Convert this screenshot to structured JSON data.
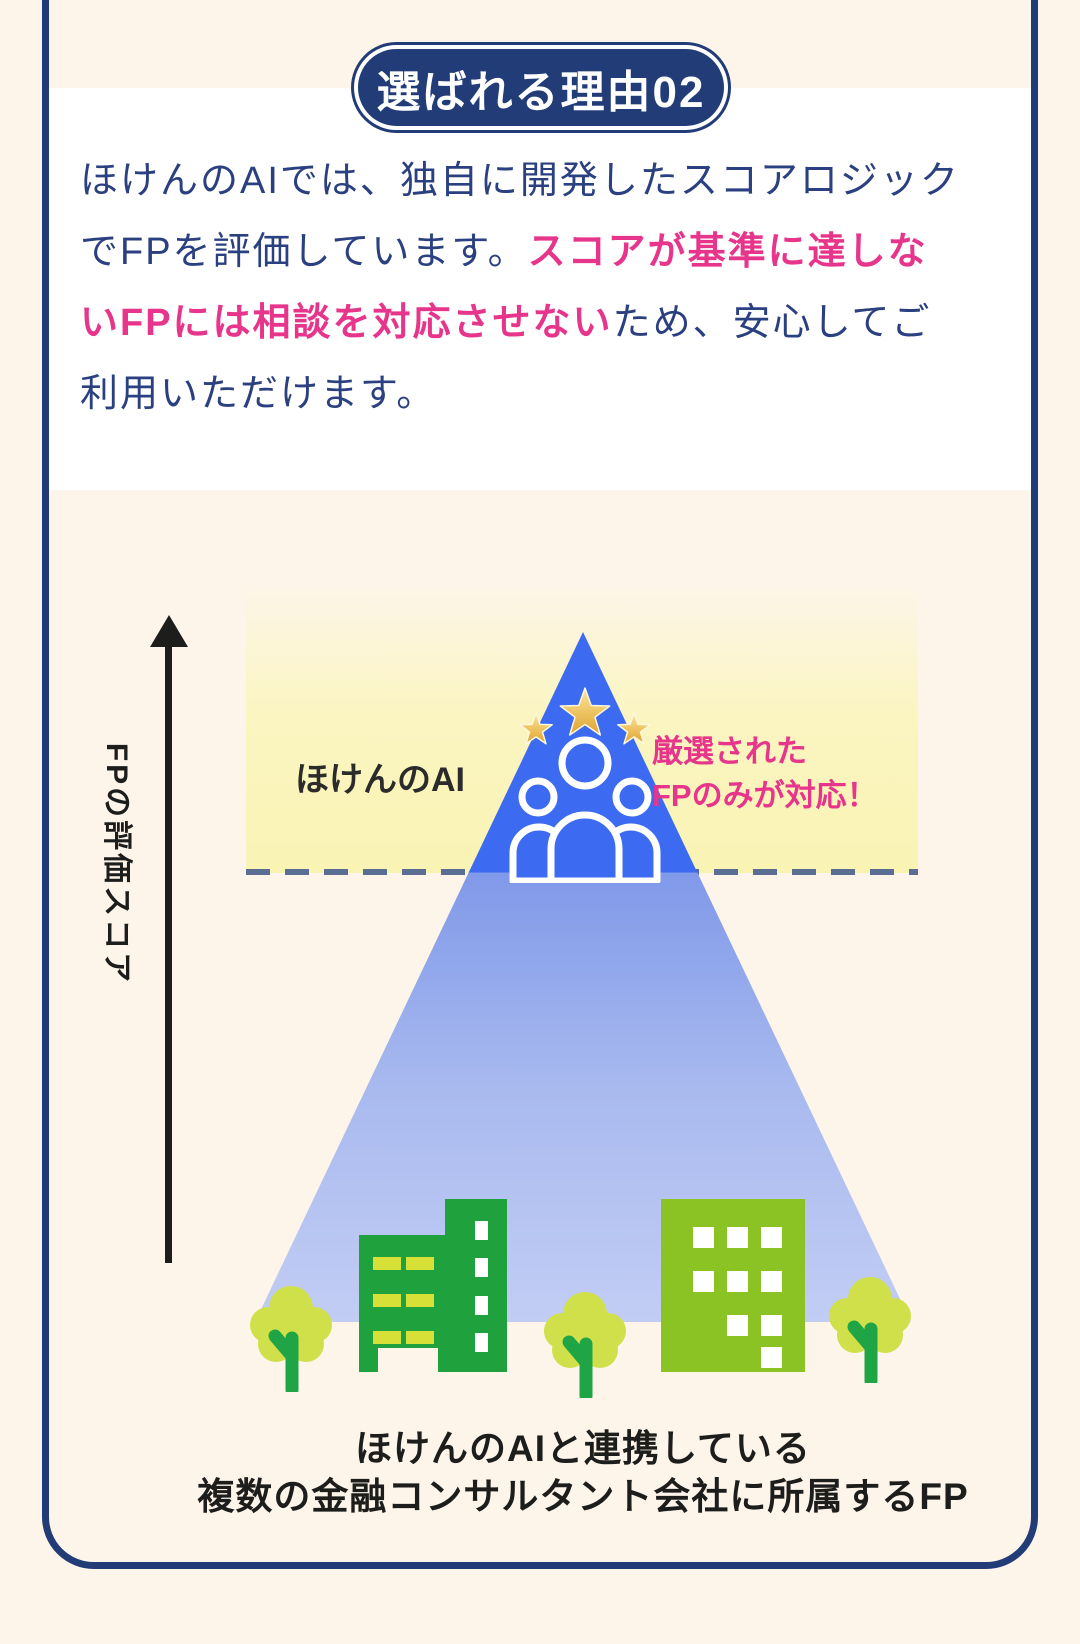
{
  "badge": {
    "label": "選ばれる理由02",
    "bg": "#223c78",
    "text_color": "#ffffff"
  },
  "intro": {
    "l1": "ほけんのAIでは、独自に開発したスコアロジック",
    "l2a": "でFPを評価しています。",
    "l2b": "スコアが基準に達しな",
    "l3a": "いFPには相談を対応させない",
    "l3b": "ため、安心してご",
    "l4": "利用いただけます。",
    "text_color": "#2b4080",
    "emphasis_color": "#e6358a"
  },
  "diagram": {
    "axis_label": "FPの評価スコア",
    "brand_label": "ほけんのAI",
    "callout_line1": "厳選された",
    "callout_line2": "FPのみが対応！",
    "caption_line1": "ほけんのAIと連携している",
    "caption_line2": "複数の金融コンサルタント会社に所属するFP",
    "colors": {
      "band_yellow": "#f9f4b4",
      "dash": "#5a6e94",
      "triangle_top_blue": "#3c6bf1",
      "triangle_light_blue_top": "#8099e9",
      "triangle_light_blue_bottom": "#c2cdf4",
      "star_gold_light": "#fbe79b",
      "star_gold_dark": "#e0a22f",
      "building_dark_green": "#1fa23e",
      "building_light_green": "#8bc325",
      "window_yellow": "#d6e036",
      "tree_crown": "#cfe04a",
      "tree_trunk": "#1fa545",
      "arrow_black": "#1d1d1b",
      "callout_pink": "#e6358a"
    }
  },
  "frame": {
    "border_color": "#223c78",
    "page_bg": "#fdf5ea",
    "panel_bg": "#ffffff"
  }
}
